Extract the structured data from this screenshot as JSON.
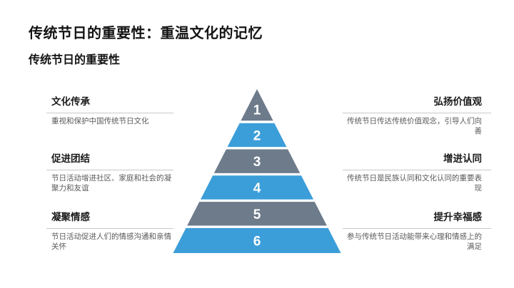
{
  "slide": {
    "title": "传统节日的重要性：重温文化的记忆",
    "subtitle": "传统节日的重要性"
  },
  "pyramid": {
    "type": "pyramid",
    "number_color": "#ffffff",
    "levels": [
      {
        "number": "1",
        "color": "#6d7b8b"
      },
      {
        "number": "2",
        "color": "#3c9ed9"
      },
      {
        "number": "3",
        "color": "#6d7b8b"
      },
      {
        "number": "4",
        "color": "#3c9ed9"
      },
      {
        "number": "5",
        "color": "#6d7b8b"
      },
      {
        "number": "6",
        "color": "#3c9ed9"
      }
    ]
  },
  "left_items": [
    {
      "heading": "文化传承",
      "description": "重视和保护中国传统节日文化"
    },
    {
      "heading": "促进团结",
      "description": "节日活动增进社区、家庭和社会的凝聚力和友谊"
    },
    {
      "heading": "凝聚情感",
      "description": "节日活动促进人们的情感沟通和亲情关怀"
    }
  ],
  "right_items": [
    {
      "heading": "弘扬价值观",
      "description": "传统节日传达传统价值观念，引导人们向善"
    },
    {
      "heading": "增进认同",
      "description": "传统节日是民族认同和文化认同的重要表现"
    },
    {
      "heading": "提升幸福感",
      "description": "参与传统节日活动能带来心理和情感上的满足"
    }
  ]
}
